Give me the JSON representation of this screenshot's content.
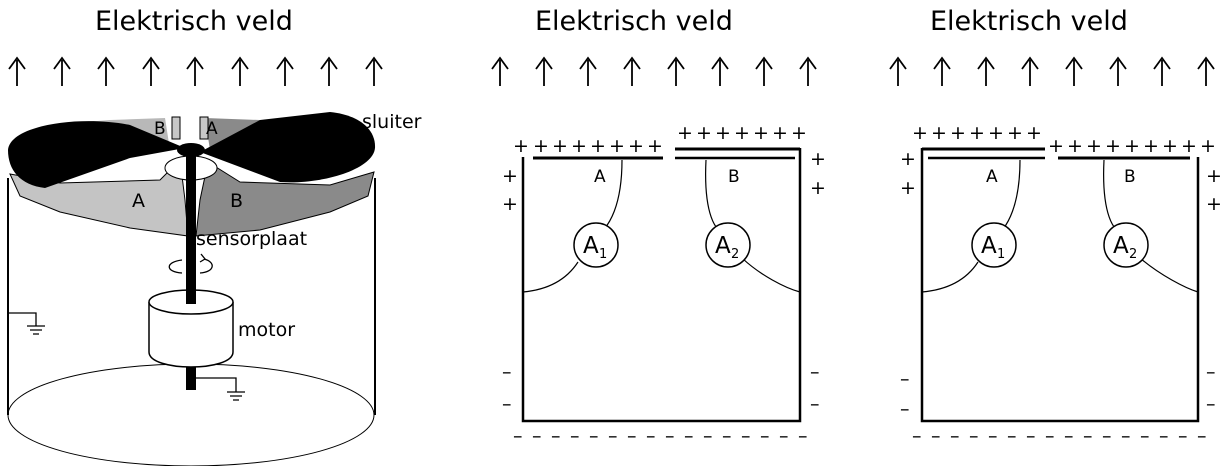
{
  "panels": [
    {
      "title": "Elektrisch veld"
    },
    {
      "title": "Elektrisch veld"
    },
    {
      "title": "Elektrisch veld"
    }
  ],
  "apparatus": {
    "shutter_label": "sluiter",
    "sensor_label": "sensorplaat",
    "motor_label": "motor",
    "sector_A": "A",
    "sector_B": "B"
  },
  "circuits": {
    "plate_A": "A",
    "plate_B": "B",
    "meter_1": "A",
    "meter_1_sub": "1",
    "meter_2": "A",
    "meter_2_sub": "2"
  },
  "charges": {
    "positive": "+",
    "negative": "–"
  },
  "colors": {
    "shutter": "#000000",
    "sector_light": "#c0c0c0",
    "sector_dark": "#8a8a8a"
  }
}
